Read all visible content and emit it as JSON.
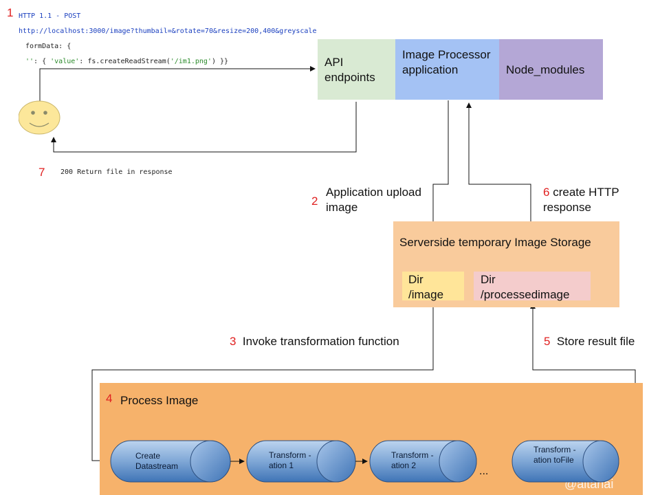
{
  "request": {
    "step": "1",
    "protocol": "HTTP 1.1 - POST",
    "url": "http://localhost:3000/image?thumbail=&rotate=70&resize=200,400&greyscale",
    "formdata_open": "formData: {",
    "formdata_key": "''",
    "formdata_mid1": ": { ",
    "formdata_value_key": "'value'",
    "formdata_mid2": ": fs.createReadStream(",
    "formdata_path": "'/im1.png'",
    "formdata_close": ") }}"
  },
  "response": {
    "step": "7",
    "text": "200 Return file in response"
  },
  "server": {
    "api": "API endpoints",
    "processor": "Image Processor application",
    "modules": "Node_modules"
  },
  "upload": {
    "step": "2",
    "text": "Application upload image"
  },
  "respond": {
    "step": "6",
    "text": "create HTTP response"
  },
  "storage": {
    "title": "Serverside temporary Image Storage",
    "dir_image": "Dir /image",
    "dir_processed": "Dir /processedimage"
  },
  "invoke": {
    "step": "3",
    "text": "Invoke transformation function"
  },
  "store": {
    "step": "5",
    "text": "Store result file"
  },
  "process": {
    "step": "4",
    "title": "Process Image",
    "stages": [
      "Create Datastream",
      "Transform - ation 1",
      "Transform - ation 2",
      "Transform - ation toFile"
    ],
    "ellipsis": "..."
  },
  "watermark": "@altanai",
  "colors": {
    "api": "#d9ead3",
    "processor": "#a4c2f4",
    "modules": "#b4a7d6",
    "storage": "#f9cb9c",
    "dir_image": "#ffe599",
    "dir_processed": "#f4cccc",
    "process": "#f6b26b",
    "face": "#fce79a",
    "step_number": "#e02020"
  }
}
